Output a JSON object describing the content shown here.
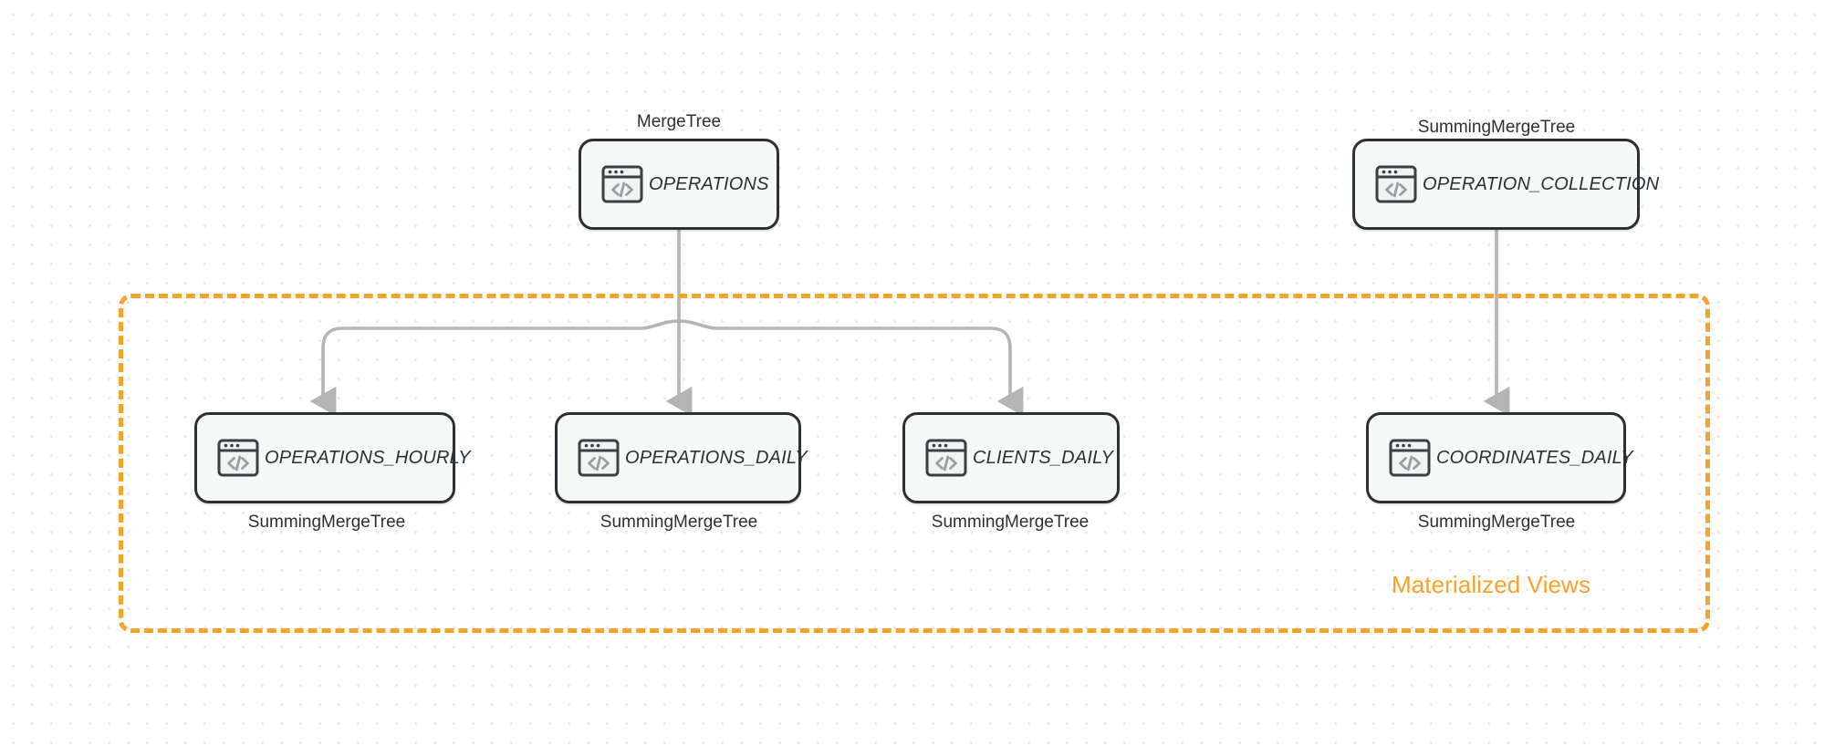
{
  "diagram": {
    "title": "ClickHouse tables and materialized views data flow",
    "background": {
      "grid": "dot-grid",
      "dot_color": "#e9e9ec",
      "page_color": "#ffffff"
    },
    "colors": {
      "node_border": "#2b3034",
      "node_fill": "#f7f8f8",
      "edge": "#b4b4b4",
      "group_accent": "#f7a22b",
      "caption_text": "#2b3034"
    }
  },
  "group": {
    "label": "Materialized Views",
    "style": "dashed",
    "accent": "#f7a22b"
  },
  "source_nodes": [
    {
      "id": "operations",
      "label": "OPERATIONS",
      "engine": "MergeTree",
      "icon": "code-window-icon"
    },
    {
      "id": "operation_collection",
      "label": "OPERATION_COLLECTION",
      "engine": "SummingMergeTree",
      "icon": "code-window-icon"
    }
  ],
  "view_nodes": [
    {
      "id": "operations_hourly",
      "label": "OPERATIONS_HOURLY",
      "engine": "SummingMergeTree",
      "icon": "code-window-icon"
    },
    {
      "id": "operations_daily",
      "label": "OPERATIONS_DAILY",
      "engine": "SummingMergeTree",
      "icon": "code-window-icon"
    },
    {
      "id": "clients_daily",
      "label": "CLIENTS_DAILY",
      "engine": "SummingMergeTree",
      "icon": "code-window-icon"
    },
    {
      "id": "coordinates_daily",
      "label": "COORDINATES_DAILY",
      "engine": "SummingMergeTree",
      "icon": "code-window-icon"
    }
  ],
  "edges": [
    {
      "from": "operations",
      "to": "operations_hourly"
    },
    {
      "from": "operations",
      "to": "operations_daily"
    },
    {
      "from": "operations",
      "to": "clients_daily"
    },
    {
      "from": "operation_collection",
      "to": "coordinates_daily"
    }
  ]
}
